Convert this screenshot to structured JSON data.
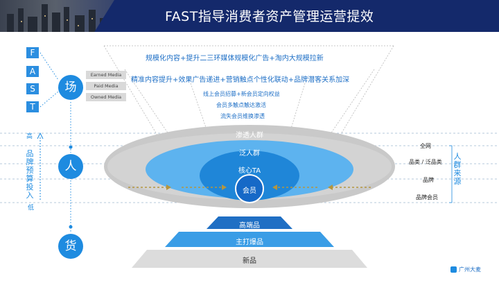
{
  "title": "FAST指导消费者资产管理运营提效",
  "fast_letters": [
    "F",
    "A",
    "S",
    "T"
  ],
  "pillars": {
    "chang": "场",
    "ren": "人",
    "huo": "货"
  },
  "media": [
    "Earned Media",
    "Paid Media",
    "Owned Media"
  ],
  "brand_axis": {
    "label": "品牌预算投入",
    "high": "高",
    "low": "低"
  },
  "strategies": {
    "line1": "规模化内容+提升二三环媒体规模化广告+淘内大规模拉新",
    "line2": "精准内容提升+效果广告递进+营销触点个性化联动+品牌潜客关系加深",
    "line3": "线上会员招募+新会员定向权益",
    "line4": "会员多触点触达激活",
    "line5": "流失会员维换渗透"
  },
  "rings": {
    "penetration": "渗透人群",
    "general": "泛人群",
    "core": "核心TA",
    "member": "会员"
  },
  "products": {
    "high_end": "高端品",
    "main": "主打爆品",
    "new": "新品"
  },
  "crowd_sources": {
    "title": "人群来源",
    "items": [
      "全网",
      "品类 / 泛品类",
      "品牌",
      "品牌会员"
    ]
  },
  "logo_text": "广州大麦",
  "colors": {
    "accent": "#1e8be0",
    "header": "#14296b",
    "ring_outer": "#c9c9c9",
    "ring_mid": "#5db3ef",
    "ring_core": "#1f86d8",
    "member": "#1669c7",
    "arrow_gold": "#b5963e"
  }
}
